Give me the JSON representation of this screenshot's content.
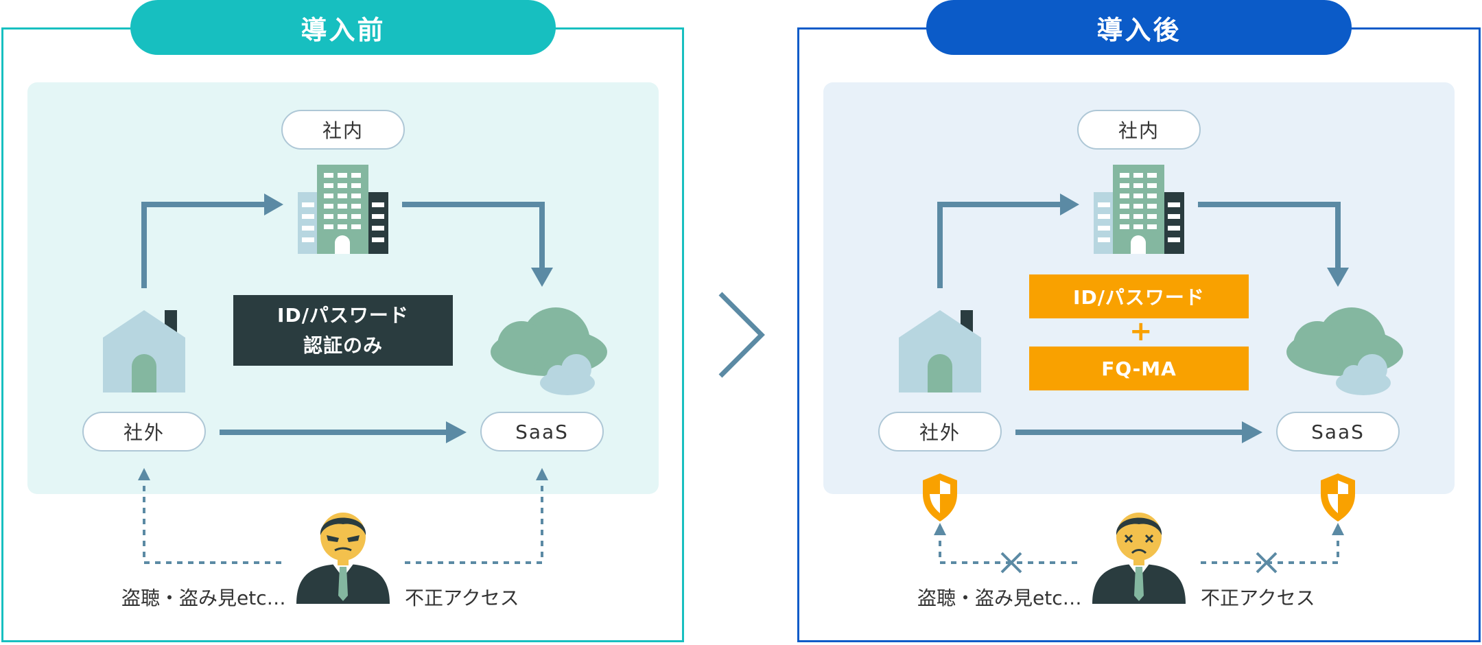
{
  "before": {
    "tab_label": "導入前",
    "internal_label": "社内",
    "external_label": "社外",
    "saas_label": "SaaS",
    "auth_line1": "ID/パスワード",
    "auth_line2": "認証のみ",
    "eavesdrop_label": "盗聴・盗み見etc…",
    "unauthorized_label": "不正アクセス"
  },
  "after": {
    "tab_label": "導入後",
    "internal_label": "社内",
    "external_label": "社外",
    "saas_label": "SaaS",
    "auth_label": "ID/パスワード",
    "plus_label": "+",
    "mfa_label": "FQ-MA",
    "eavesdrop_label": "盗聴・盗み見etc…",
    "unauthorized_label": "不正アクセス"
  },
  "icons": [
    "building-icon",
    "house-icon",
    "cloud-icon",
    "attacker-icon",
    "shield-icon",
    "chevron-right-icon",
    "blocked-x-icon"
  ],
  "colors": {
    "before_accent": "#17bfc0",
    "after_accent": "#0b5bc8",
    "arrow": "#5b8aa4",
    "orange": "#f9a100",
    "dark_box": "#2a3c3f",
    "green": "#84b7a0",
    "light_blue": "#b7d6e0"
  }
}
